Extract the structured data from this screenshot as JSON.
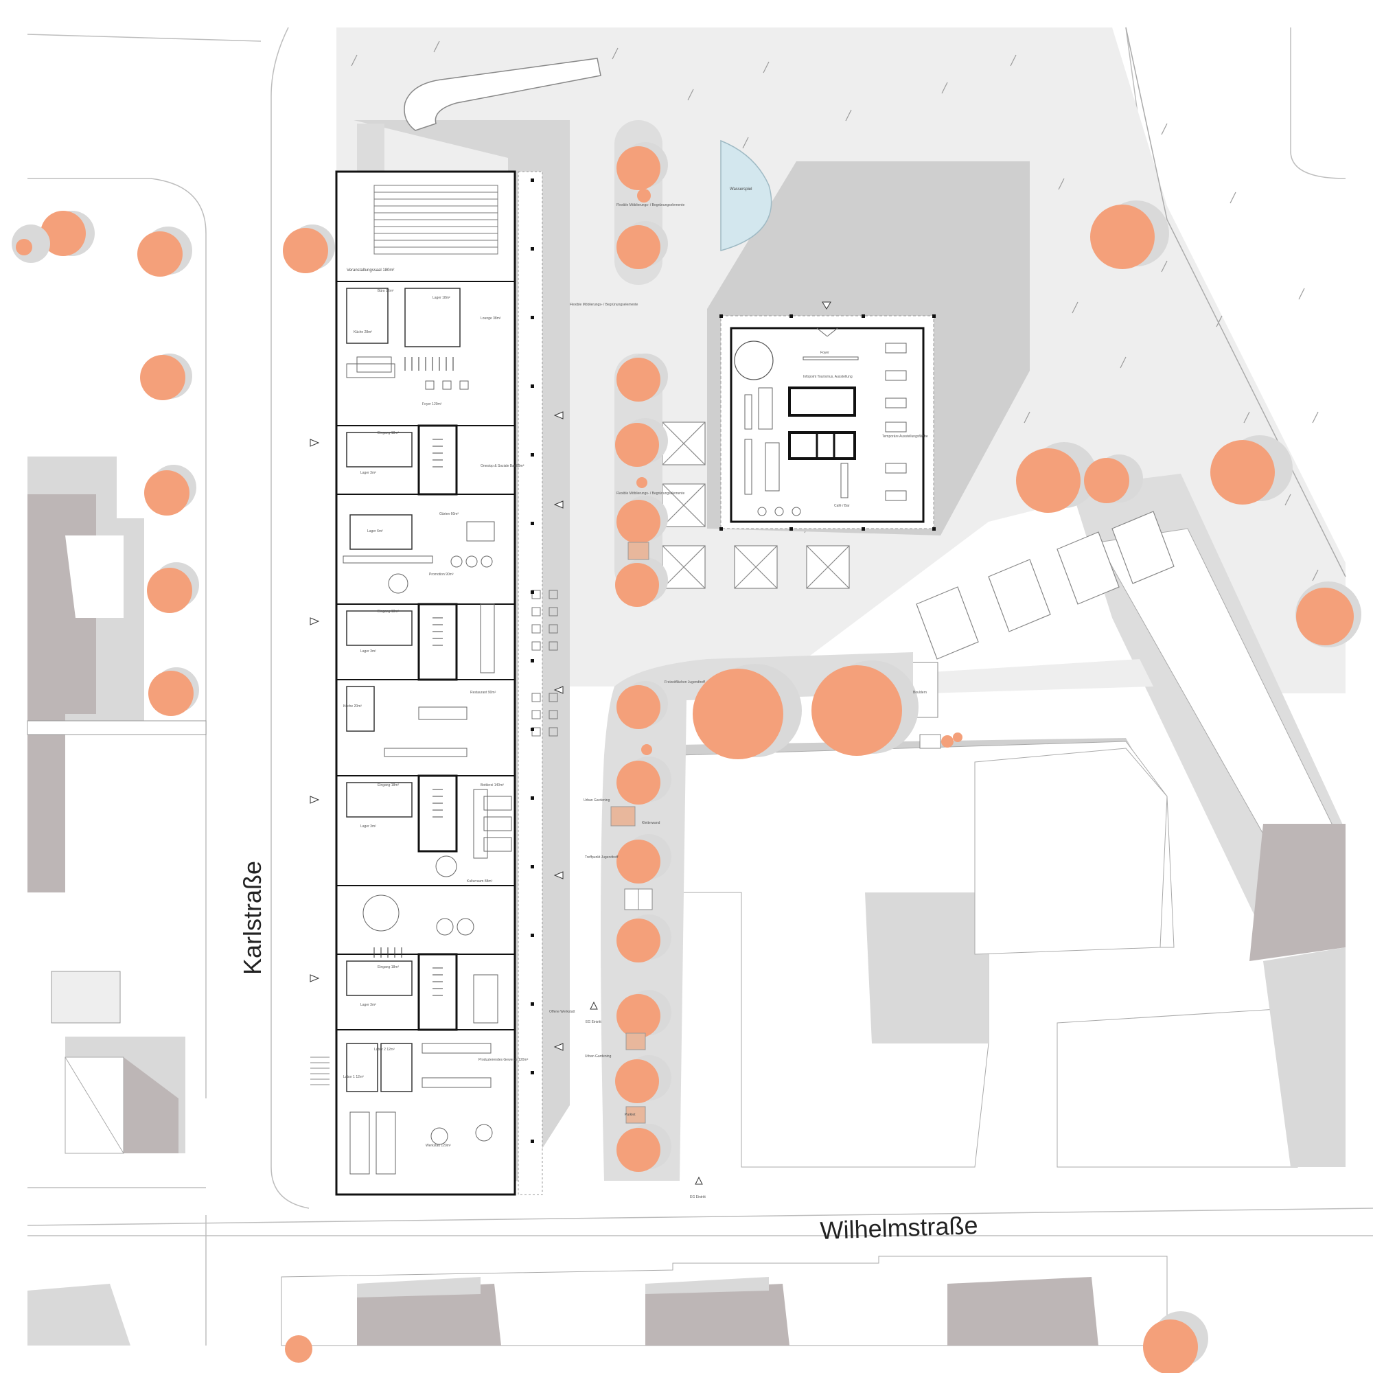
{
  "streets": {
    "karlstrasse": "Karlstraße",
    "wilhelmstrasse": "Wilhelmstraße"
  },
  "labels": {
    "wasserspiel": "Wasserspiel",
    "flex_moeblierung_1": "Flexible Möblierungs- / Begrünungselemente",
    "flex_moeblierung_2": "Flexible Möblierungs- / Begrünungselemente",
    "flex_moeblierung_3": "Flexible Möblierungs- / Begrünungselemente",
    "veranstaltungssaal": "Veranstaltungssaal 180m²",
    "buero": "Büro 12m²",
    "lager_top": "Lager 18m²",
    "kueche_top": "Küche 28m²",
    "lounge": "Lounge 38m²",
    "foyer_left": "Foyer 120m²",
    "eingang_1": "Eingang 18m²",
    "lager_1": "Lager 3m²",
    "onestop": "Onestop & Soziale Bar 89m²",
    "lager_mid": "Lager 6m²",
    "gaerten": "Gärten 60m²",
    "promotion": "Promotion 90m²",
    "eingang_2": "Eingang 18m²",
    "lager_2": "Lager 3m²",
    "kueche_mid": "Küche 20m²",
    "restaurant": "Restaurant 90m²",
    "eingang_3": "Eingang 18m²",
    "lager_3": "Lager 3m²",
    "bottlerei": "Bottlerei 140m²",
    "kulturraum": "Kulturraum 88m²",
    "eingang_4": "Eingang 18m²",
    "lager_4": "Lager 3m²",
    "labor_1": "Labor 1 12m²",
    "labor_2": "Labor 2 12m²",
    "produzierendes_gewerbe": "Produzierendes Gewerbe 120m²",
    "werkstatt": "Werkstatt 120m²",
    "offene_werkstatt": "Offene Werkstatt",
    "eg_eintritt": "EG Eintritt",
    "eg_eintritt_bottom": "EG Eintritt",
    "foyer_pav": "Foyer",
    "info_tourismus": "Infopoint Tourismus, Ausstellung",
    "temp_ausstellung": "Temporäre Ausstellungsfläche",
    "cafe_bar": "Café / Bar",
    "freizeitflaechen": "Freizeitflächen Jugendtreff",
    "urban_gardening_1": "Urban Gardening",
    "kletterwand": "Kletterwand",
    "treffpunkt_jugend": "Treffpunkt Jugendtreff",
    "urban_gardening_2": "Urban Gardening",
    "parklet": "Parklet",
    "bouldern": "Bouldern"
  },
  "colors": {
    "tree": "#f4a07a",
    "tree_shadow": "#d9d9d9",
    "plaza": "#eeeeee",
    "shadow": "#cfcfcf",
    "roof_dark": "#bdb6b6",
    "building_white": "#ffffff",
    "water": "#d3e7ee",
    "wall": "#111111"
  }
}
